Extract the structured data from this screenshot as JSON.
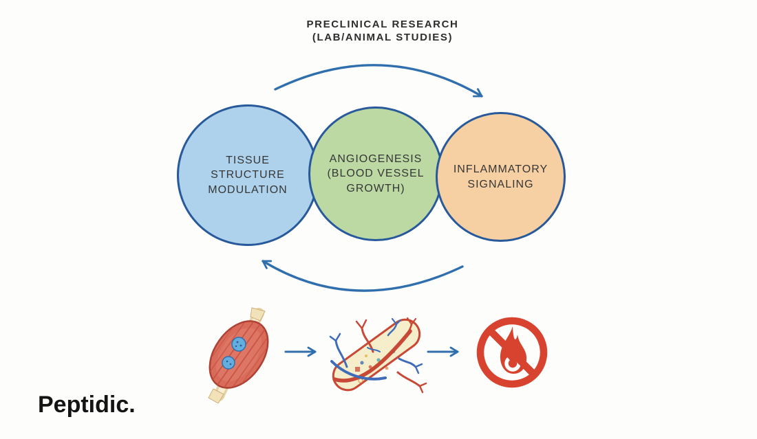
{
  "title": {
    "line1": "PRECLINICAL RESEARCH",
    "line2": "(LAB/ANIMAL STUDIES)"
  },
  "venn": {
    "stroke_color": "#27599b",
    "nodes": [
      {
        "id": "tissue-structure-modulation",
        "fill": "#aed2eb",
        "lines": [
          "TISSUE",
          "STRUCTURE",
          "MODULATION"
        ]
      },
      {
        "id": "angiogenesis",
        "fill": "#bcd9a4",
        "lines": [
          "ANGIOGENESIS",
          "(BLOOD VESSEL",
          "GROWTH)"
        ]
      },
      {
        "id": "inflammatory-signaling",
        "fill": "#f6cfa2",
        "lines": [
          "INFLAMMATORY",
          "SIGNALING"
        ]
      }
    ]
  },
  "cycle": {
    "arrow_color": "#2f6fad"
  },
  "process_row": {
    "arrow_color": "#2f6fad",
    "icons": [
      "muscle-tissue-illustration",
      "blood-vessel-growth-illustration",
      "no-inflammation-icon"
    ],
    "prohibition_color": "#d84330"
  },
  "brand": {
    "logo_text": "Peptidic."
  }
}
